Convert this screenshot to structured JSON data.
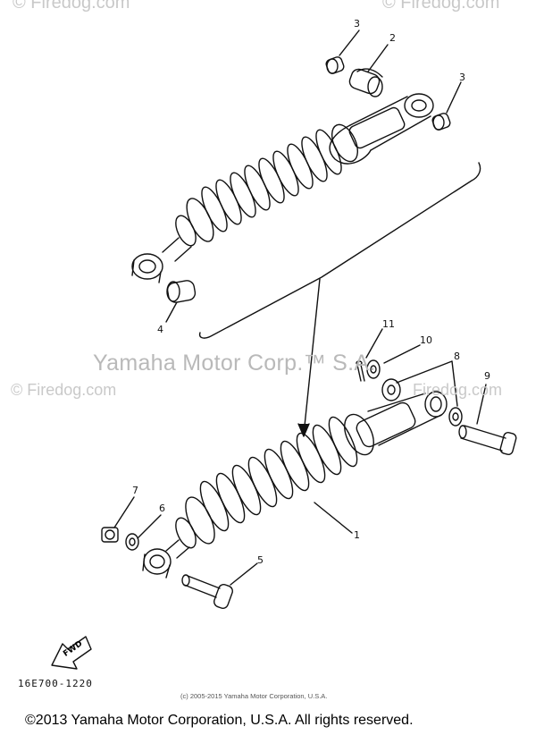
{
  "watermarks": {
    "top_left": "© Firedog.com",
    "top_right": "© Firedog.com",
    "mid_left": "© Firedog.com",
    "mid_right": "Firedog.com",
    "center": "Yamaha Motor Corp.™ S.A."
  },
  "callouts": {
    "p1": "1",
    "p2": "2",
    "p3a": "3",
    "p3b": "3",
    "p4": "4",
    "p5": "5",
    "p6": "6",
    "p7": "7",
    "p8": "8",
    "p9": "9",
    "p10": "10",
    "p11": "11"
  },
  "fwd_label": "FWD",
  "part_code": "16E700-1220",
  "fine_print": "(c) 2005-2015 Yamaha Motor Corporation, U.S.A.",
  "footer": "©2013 Yamaha Motor Corporation, U.S.A. All rights reserved."
}
